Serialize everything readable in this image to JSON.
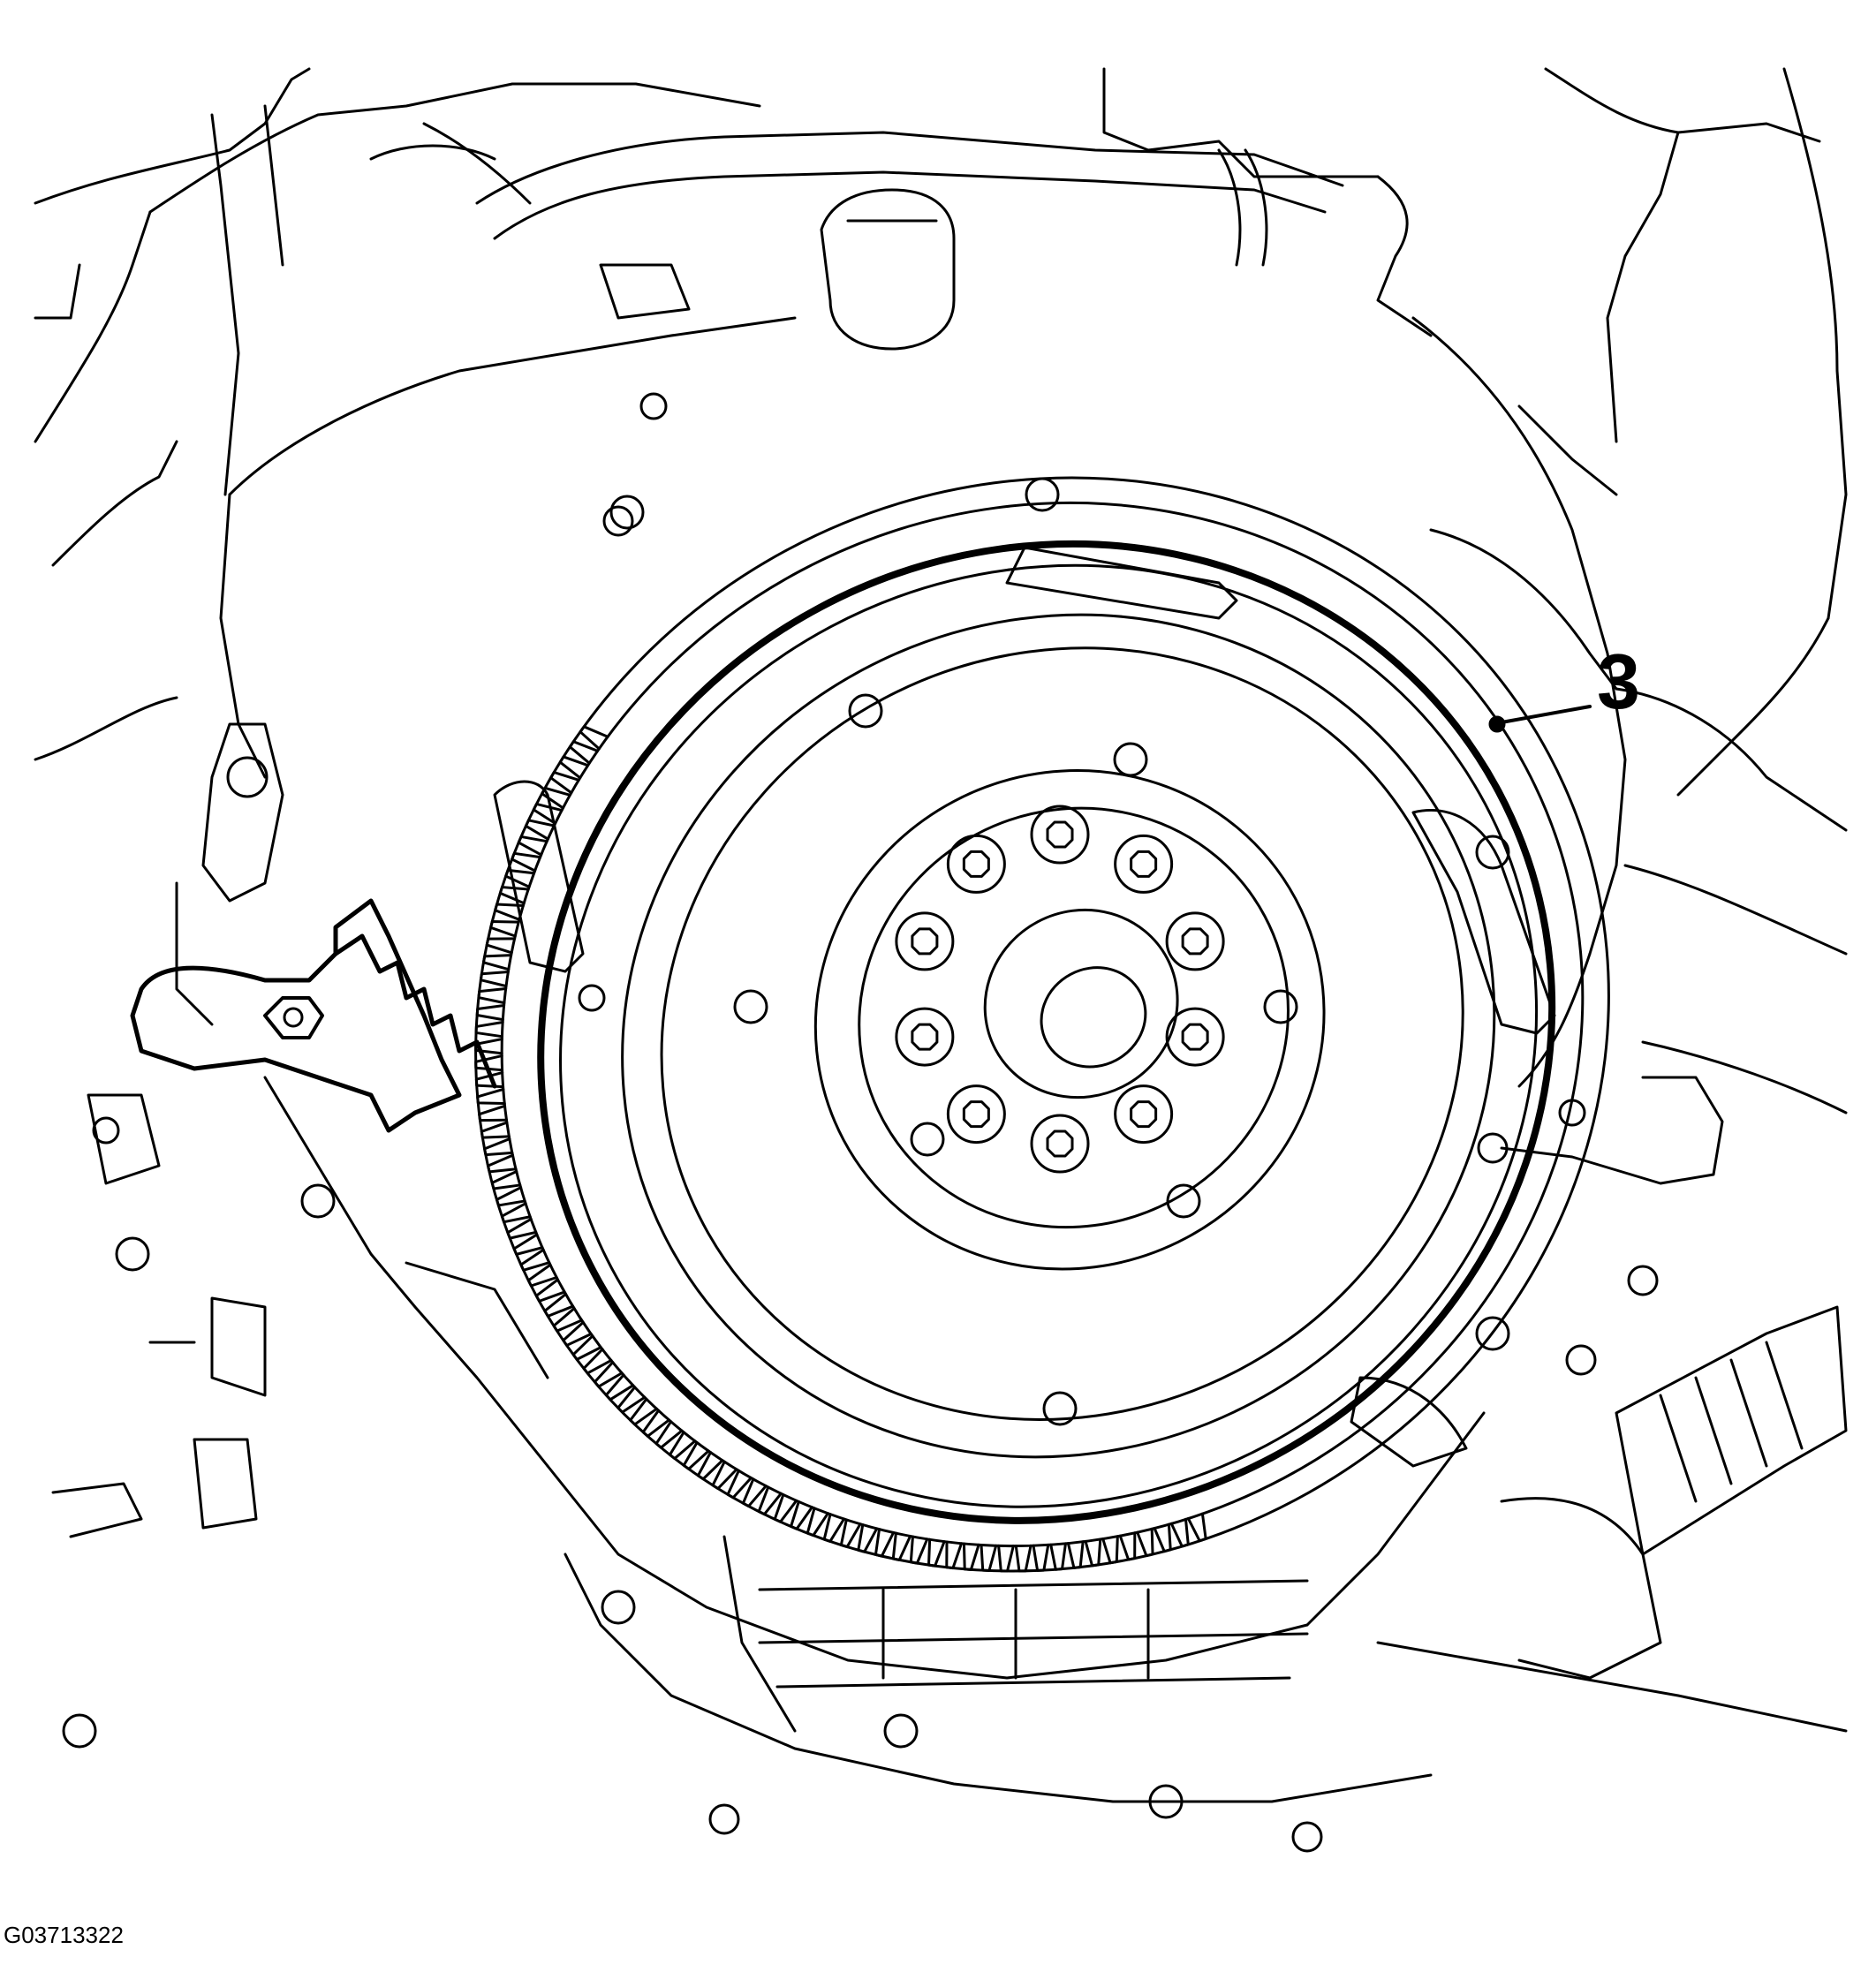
{
  "diagram": {
    "callouts": [
      {
        "label": "3",
        "refers_to": "flywheel"
      }
    ],
    "figure_id": "G03713322",
    "colors": {
      "line": "#000000",
      "background": "#ffffff"
    }
  }
}
